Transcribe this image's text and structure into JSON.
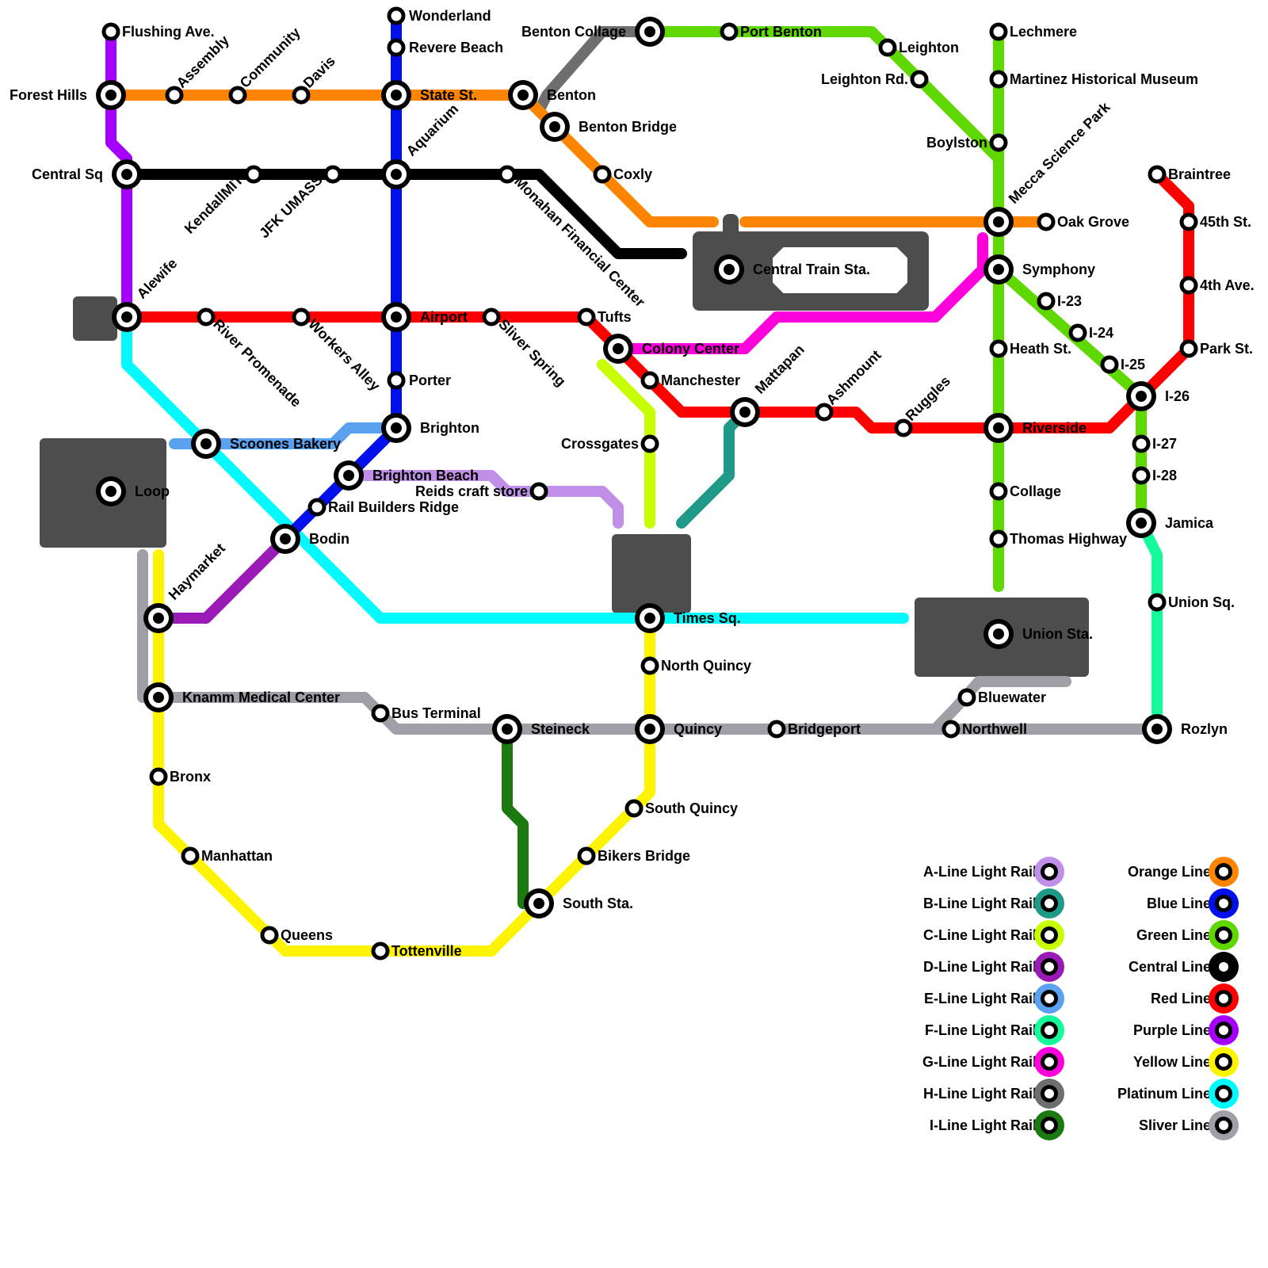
{
  "legend": {
    "col1": [
      {
        "label": "A-Line Light Rail",
        "color": "#c090e8"
      },
      {
        "label": "B-Line Light Rail",
        "color": "#209a88"
      },
      {
        "label": "C-Line Light Rail",
        "color": "#c8ff00"
      },
      {
        "label": "D-Line Light Rail",
        "color": "#9a1ab8"
      },
      {
        "label": "E-Line Light Rail",
        "color": "#5aa2f0"
      },
      {
        "label": "F-Line Light Rail",
        "color": "#15fa9a"
      },
      {
        "label": "G-Line Light Rail",
        "color": "#ff00dc"
      },
      {
        "label": "H-Line Light Rail",
        "color": "#6e6e6e"
      },
      {
        "label": "I-Line Light Rail",
        "color": "#1a7a10"
      }
    ],
    "col2": [
      {
        "label": "Orange Line",
        "color": "#ff8500"
      },
      {
        "label": "Blue Line",
        "color": "#0010ea"
      },
      {
        "label": "Green Line",
        "color": "#5fd800"
      },
      {
        "label": "Central Line",
        "color": "#000000"
      },
      {
        "label": "Red Line",
        "color": "#ff0000"
      },
      {
        "label": "Purple Line",
        "color": "#a500ff"
      },
      {
        "label": "Yellow Line",
        "color": "#fff400"
      },
      {
        "label": "Platinum Line",
        "color": "#00fbff"
      },
      {
        "label": "Sliver Line",
        "color": "#a09ea6"
      }
    ]
  },
  "stations": {
    "flushing_ave": "Flushing Ave.",
    "forest_hills": "Forest Hills",
    "assembly": "Assembly",
    "community": "Community",
    "davis": "Davis",
    "wonderland": "Wonderland",
    "revere_beach": "Revere Beach",
    "state_st": "State St.",
    "benton_collage": "Benton Collage",
    "port_benton": "Port Benton",
    "leighton": "Leighton",
    "leighton_rd": "Leighton Rd.",
    "lechmere": "Lechmere",
    "martinez": "Martinez Historical Museum",
    "benton": "Benton",
    "benton_bridge": "Benton Bridge",
    "boylston": "Boylston",
    "mecca": "Mecca Science Park",
    "central_sq": "Central Sq",
    "kendall": "KendallMIT",
    "jfk": "JFK UMASS",
    "aquarium": "Aquarium",
    "monahan": "Monahan Financial Center",
    "coxly": "Coxly",
    "braintree": "Braintree",
    "oak_grove": "Oak Grove",
    "st45": "45th St.",
    "central_train": "Central Train Sta.",
    "symphony": "Symphony",
    "ave4": "4th Ave.",
    "alewife": "Alewife",
    "river_promenade": "River Promenade",
    "workers_alley": "Workers Alley",
    "airport": "Airport",
    "sliver_spring": "Sliver Spring",
    "tufts": "Tufts",
    "i23": "I-23",
    "i24": "I-24",
    "heath_st": "Heath St.",
    "park_st": "Park St.",
    "colony_center": "Colony Center",
    "i25": "I-25",
    "porter": "Porter",
    "manchester": "Manchester",
    "mattapan": "Mattapan",
    "ashmount": "Ashmount",
    "ruggles": "Ruggles",
    "i26": "I-26",
    "brighton": "Brighton",
    "riverside": "Riverside",
    "scoones": "Scoones Bakery",
    "crossgates": "Crossgates",
    "i27": "I-27",
    "brighton_beach": "Brighton Beach",
    "i28": "I-28",
    "reids": "Reids craft store",
    "loop": "Loop",
    "collage": "Collage",
    "rail_builders": "Rail Builders Ridge",
    "jamica": "Jamica",
    "bodin": "Bodin",
    "thomas": "Thomas Highway",
    "haymarket": "Haymarket",
    "union_sq": "Union Sq.",
    "times_sq": "Times Sq.",
    "union_sta": "Union Sta.",
    "north_quincy": "North Quincy",
    "knamm": "Knamm Medical Center",
    "bluewater": "Bluewater",
    "bus_terminal": "Bus Terminal",
    "steineck": "Steineck",
    "quincy": "Quincy",
    "bridgeport": "Bridgeport",
    "northwell": "Northwell",
    "rozlyn": "Rozlyn",
    "bronx": "Bronx",
    "south_quincy": "South Quincy",
    "bikers_bridge": "Bikers Bridge",
    "manhattan": "Manhattan",
    "south_sta": "South Sta.",
    "queens": "Queens",
    "tottenville": "Tottenville"
  }
}
